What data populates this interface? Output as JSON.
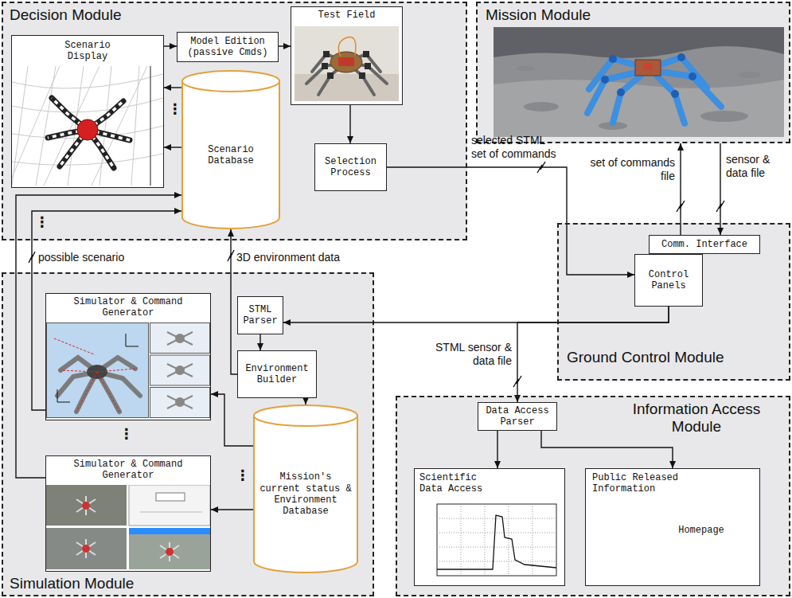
{
  "diagram": {
    "nodes": [
      {
        "text": [
          "Decision Module"
        ]
      },
      {
        "text": [
          "Scenario Display"
        ],
        "in": 0
      },
      {
        "text": [
          "Model Edition (passive Cmds)"
        ],
        "in": 0
      },
      {
        "text": [
          "Test Field"
        ],
        "in": 0
      },
      {
        "text": [
          "Scenario Database"
        ],
        "in": 0
      },
      {
        "text": [
          "Selection Process"
        ],
        "in": 0
      },
      {
        "text": [
          "Mission Module"
        ]
      },
      {
        "text": [
          "Ground Control Module"
        ]
      },
      {
        "text": [
          "Comm. Interface"
        ],
        "in": 7
      },
      {
        "text": [
          "Control Panels"
        ],
        "in": 7
      },
      {
        "text": [
          "Simulation Module"
        ]
      },
      {
        "text": [
          "Simulator & Command Generator"
        ],
        "in": 10
      },
      {
        "text": [
          "STML Parser"
        ],
        "in": 10
      },
      {
        "text": [
          "Environment Builder"
        ],
        "in": 10
      },
      {
        "text": [
          "Simulator & Command Generator"
        ],
        "in": 10
      },
      {
        "text": [
          "Mission's current status & Environment Database"
        ],
        "in": 10
      },
      {
        "text": [
          "Information Access Module"
        ]
      },
      {
        "text": [
          "Data Access Parser"
        ],
        "in": 16
      },
      {
        "text": [
          "Scientific Data Access"
        ],
        "in": 16
      },
      {
        "text": [
          "Public Released Information",
          "Homepage"
        ],
        "in": 16
      }
    ],
    "edges": [
      {
        "from": 1,
        "to": 2,
        "arrow": "to"
      },
      {
        "from": 2,
        "to": 3,
        "arrow": "to"
      },
      {
        "from": 3,
        "to": 5,
        "arrow": "to"
      },
      {
        "from": 4,
        "to": 1,
        "arrow": "to"
      },
      {
        "from": 4,
        "to": 1,
        "arrow": "to"
      },
      {
        "from": 5,
        "to": 9,
        "label": "selected STML set of commands",
        "arrow": "to"
      },
      {
        "from": 8,
        "to": 6,
        "label": "set of commands file",
        "arrow": "to"
      },
      {
        "from": 6,
        "to": 8,
        "label": "sensor & data file",
        "arrow": "to"
      },
      {
        "from": 9,
        "to": 12,
        "arrow": "to"
      },
      {
        "from": 9,
        "to": 17,
        "label": "STML sensor & data file",
        "arrow": "to"
      },
      {
        "from": 12,
        "to": 13,
        "arrow": "to"
      },
      {
        "from": 13,
        "to": 4,
        "label": "3D environment data",
        "arrow": "to"
      },
      {
        "from": 13,
        "to": 15,
        "arrow": "to"
      },
      {
        "from": 15,
        "to": 11,
        "arrow": "to"
      },
      {
        "from": 15,
        "to": 14,
        "arrow": "to"
      },
      {
        "from": 11,
        "to": 4,
        "label": "possible scenario",
        "arrow": "to"
      },
      {
        "from": 14,
        "to": 4,
        "arrow": "to"
      },
      {
        "from": 17,
        "to": 18,
        "arrow": "to"
      },
      {
        "from": 17,
        "to": 19,
        "arrow": "to"
      }
    ],
    "labels": [
      "⋮",
      "⋮",
      "⋮",
      "⋮"
    ]
  }
}
